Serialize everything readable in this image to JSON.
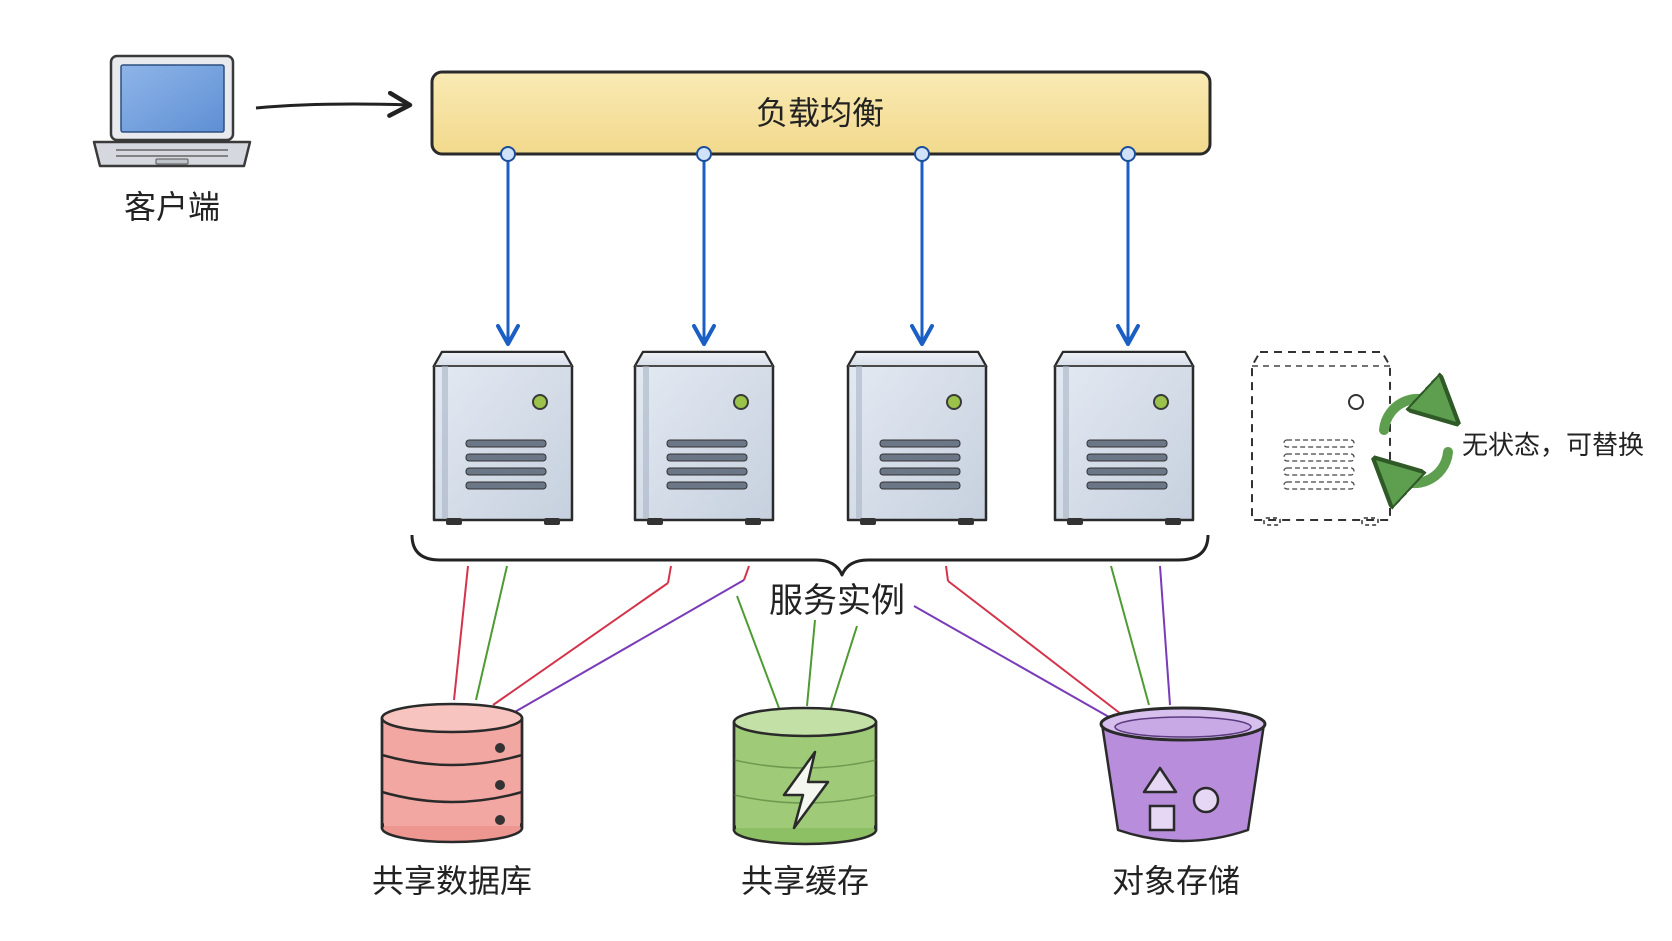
{
  "client": {
    "label": "客户端"
  },
  "load_balancer": {
    "label": "负载均衡"
  },
  "services": {
    "label": "服务实例",
    "count": 4
  },
  "replacement": {
    "label": "无状态，可替换"
  },
  "stores": {
    "database": {
      "label": "共享数据库"
    },
    "cache": {
      "label": "共享缓存"
    },
    "object_storage": {
      "label": "对象存储"
    }
  },
  "colors": {
    "lb_fill": "#F6E3A1",
    "arrow_blue": "#1B5FC4",
    "db_fill": "#F3A7A2",
    "cache_fill": "#9FCB78",
    "storage_fill": "#B88EDC",
    "link_red": "#D4344B",
    "link_green": "#4E9A33",
    "link_purple": "#7A3BB8",
    "cycle_green": "#5E9E4F"
  }
}
